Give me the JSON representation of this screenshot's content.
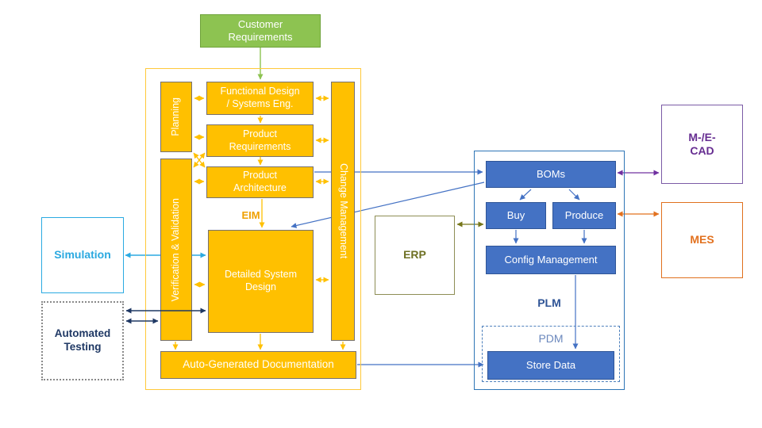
{
  "diagram": {
    "customer_requirements": "Customer\nRequirements",
    "engineering": {
      "planning": "Planning",
      "functional_design": "Functional Design\n/ Systems Eng.",
      "product_requirements": "Product\nRequirements",
      "product_architecture": "Product\nArchitecture",
      "eim": "EIM",
      "detailed_system_design": "Detailed System\nDesign",
      "verification_validation": "Verification & Validation",
      "change_management": "Change Management",
      "auto_generated_documentation": "Auto-Generated Documentation"
    },
    "left": {
      "simulation": "Simulation",
      "automated_testing": "Automated\nTesting"
    },
    "erp": "ERP",
    "plm": {
      "boms": "BOMs",
      "buy": "Buy",
      "produce": "Produce",
      "config_management": "Config Management",
      "plm_label": "PLM",
      "pdm_label": "PDM",
      "store_data": "Store Data"
    },
    "right": {
      "cad": "M-/E-\nCAD",
      "mes": "MES"
    }
  },
  "colors": {
    "gold_fill": "#FFC000",
    "gold_frame": "#FFC93A",
    "gray_border": "#767171",
    "green_fill": "#8DC351",
    "blue_fill": "#4472C4",
    "plm_frame": "#2E75B6",
    "cyan": "#2BAAE2",
    "navy": "#1F3864",
    "olive": "#767619",
    "purple": "#7030A0",
    "orange": "#E2711F",
    "eim_text": "#EFA000"
  }
}
